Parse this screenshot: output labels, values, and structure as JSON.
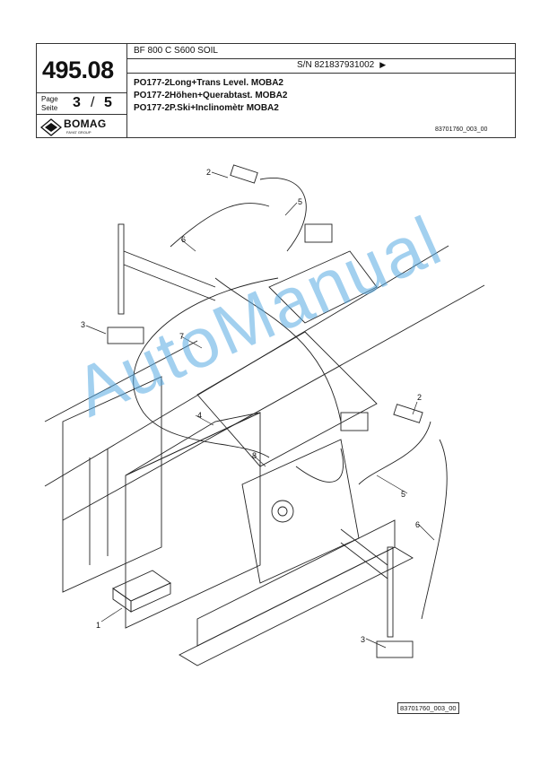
{
  "header": {
    "model": "BF 800 C S600 SOIL",
    "serial": "S/N 821837931002",
    "serial_arrow": "▶",
    "group_number": "495.08",
    "page_label_en": "Page",
    "page_label_de": "Seite",
    "page_current": "3",
    "page_separator": "/",
    "page_total": "5",
    "titles": [
      "PO177-2Long+Trans Level. MOBA2",
      "PO177-2Höhen+Querabtast. MOBA2",
      "PO177-2P.Ski+Inclinomètr MOBA2"
    ],
    "doc_number": "83701760_003_00"
  },
  "logo": {
    "name": "BOMAG",
    "sub": "FAYAT GROUP",
    "icon": "bomag-diamond-icon"
  },
  "callouts": [
    "2",
    "5",
    "6",
    "3",
    "7",
    "4",
    "8",
    "2",
    "5",
    "6",
    "1",
    "3"
  ],
  "watermark": "AutoManual",
  "footer": {
    "drawing_ref": "83701760_003_00"
  }
}
